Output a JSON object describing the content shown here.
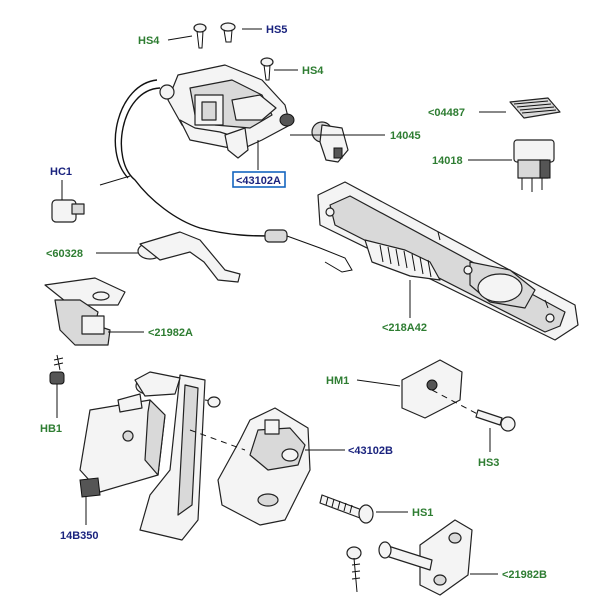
{
  "diagram": {
    "labels": {
      "hs4_top": "HS4",
      "hs5": "HS5",
      "hs4_right": "HS4",
      "c04487": "<04487",
      "c14045": "14045",
      "c14018": "14018",
      "c43102a": "<43102A",
      "hc1": "HC1",
      "c60328": "<60328",
      "c218a42": "<218A42",
      "c21982a": "<21982A",
      "hm1": "HM1",
      "hb1": "HB1",
      "c43102b": "<43102B",
      "hs3": "HS3",
      "hs1": "HS1",
      "c14b350": "14B350",
      "c21982b": "<21982B"
    },
    "colors": {
      "label_green": "#2e7d32",
      "label_blue": "#1a237e",
      "highlight_box": "#1565c0"
    }
  }
}
